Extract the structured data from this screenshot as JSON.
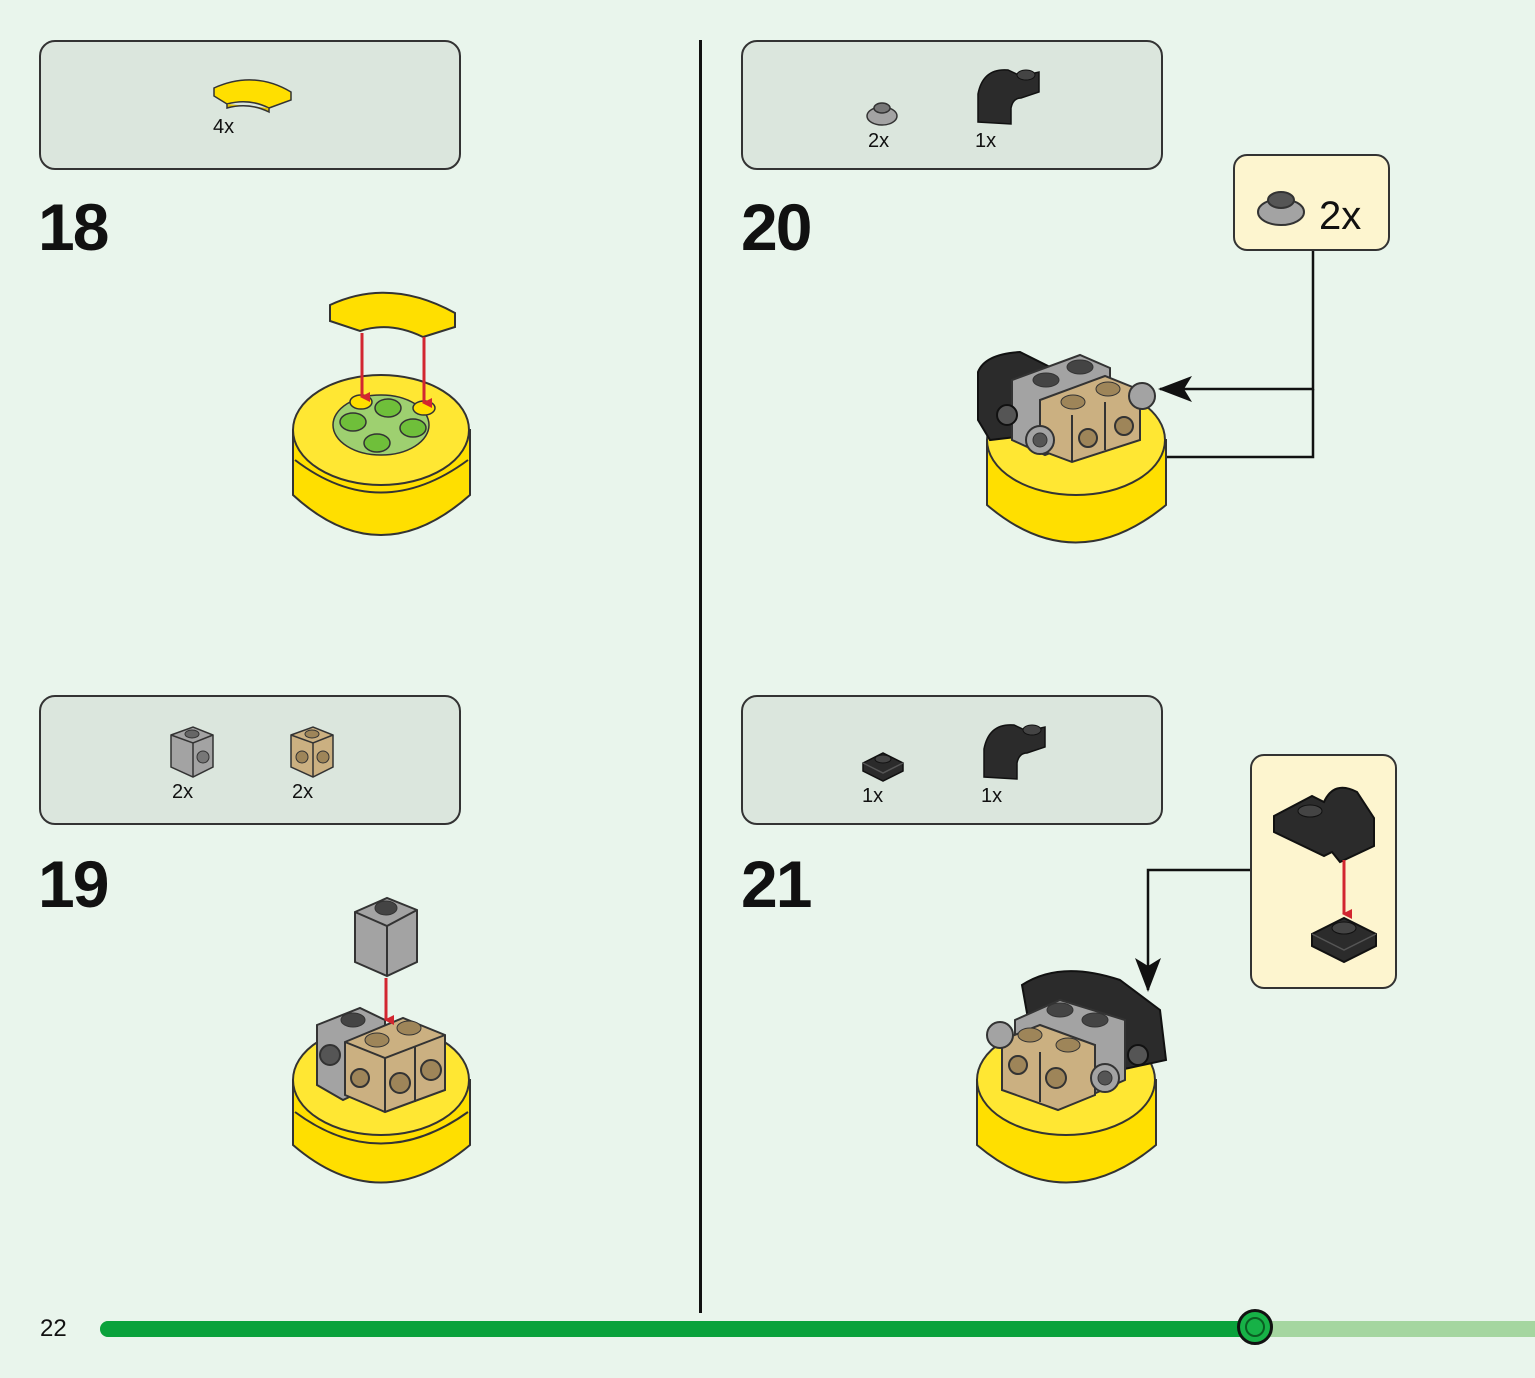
{
  "page": {
    "number": "22"
  },
  "progress": {
    "fraction": 0.805
  },
  "steps": [
    {
      "number": "18",
      "parts": [
        {
          "qty": "4x",
          "icon": "yellow-curved-tile-icon"
        }
      ]
    },
    {
      "number": "19",
      "parts": [
        {
          "qty": "2x",
          "icon": "gray-brick-with-side-studs-icon"
        },
        {
          "qty": "2x",
          "icon": "tan-brick-with-side-studs-icon"
        }
      ]
    },
    {
      "number": "20",
      "parts": [
        {
          "qty": "2x",
          "icon": "gray-round-plate-icon"
        },
        {
          "qty": "1x",
          "icon": "black-curved-slope-icon"
        }
      ],
      "callout": {
        "qty": "2x",
        "icon": "gray-round-plate-icon"
      }
    },
    {
      "number": "21",
      "parts": [
        {
          "qty": "1x",
          "icon": "black-plate-icon"
        },
        {
          "qty": "1x",
          "icon": "black-curved-slope-icon"
        }
      ]
    }
  ],
  "colors": {
    "background": "#e9f5ec",
    "parts_box": "#dbe6dd",
    "callout": "#fdf5cf",
    "yellow": "#ffdf00",
    "tan": "#cbb081",
    "gray": "#a3a3a3",
    "black": "#2b2b2b",
    "arrow_red": "#d22630",
    "progress": "#0aa23c",
    "progress_remaining": "#a5d6a0"
  }
}
